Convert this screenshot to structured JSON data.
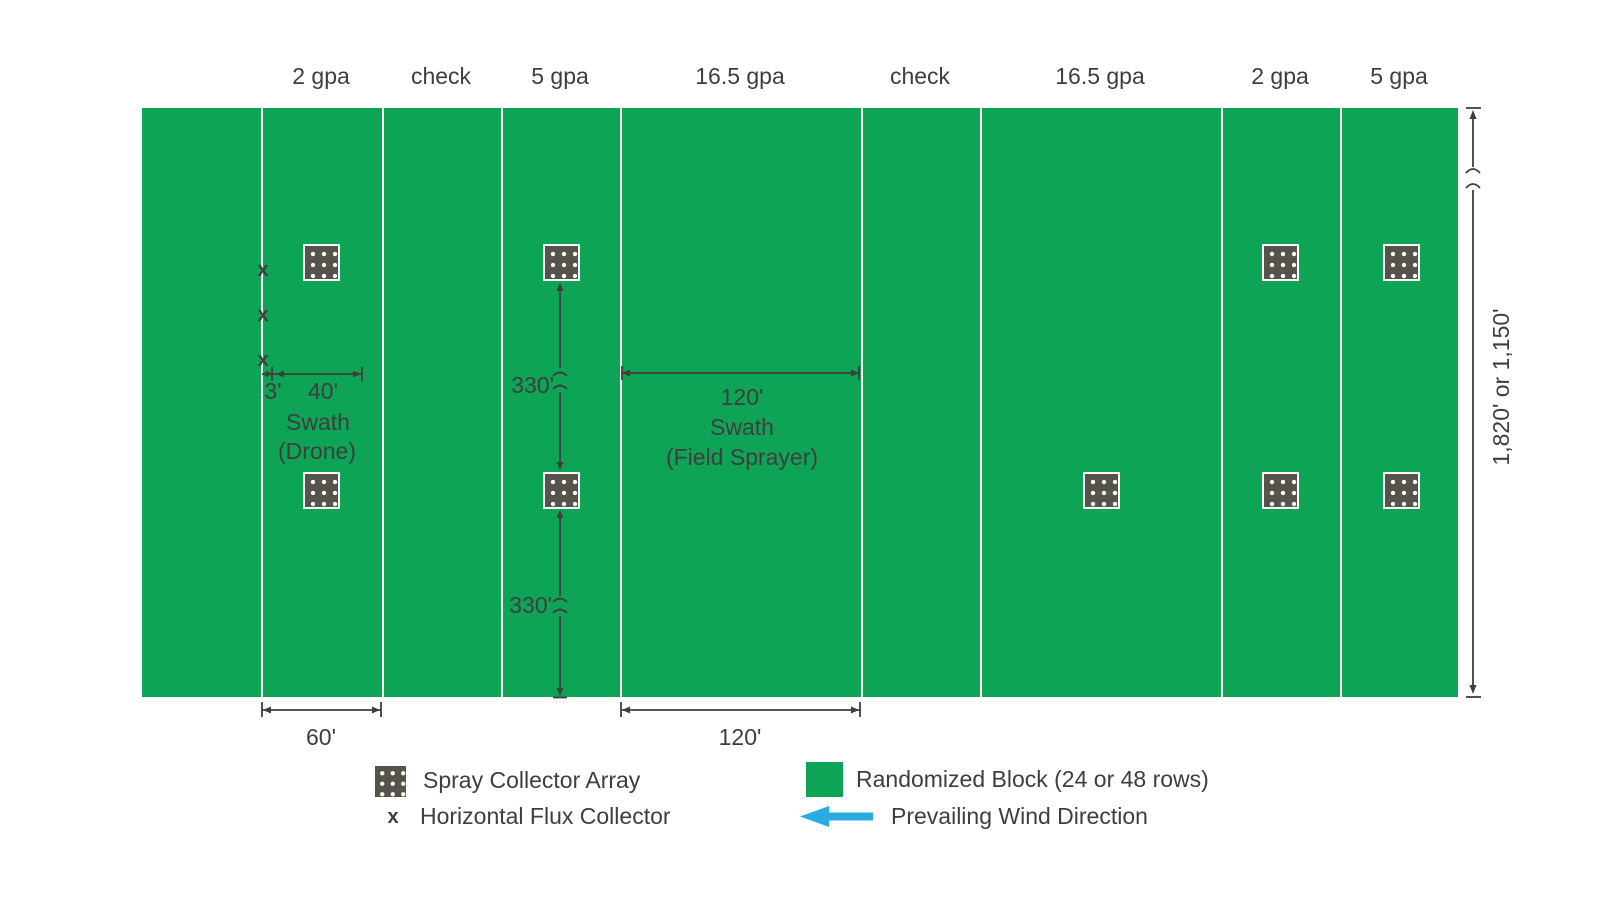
{
  "colors": {
    "block_green": "#0EA455",
    "collector_gray": "#56534B",
    "text_gray": "#3E3E3E",
    "wind_blue": "#29ABE2"
  },
  "field": {
    "columns": [
      {
        "label": "",
        "width_ft": 60
      },
      {
        "label": "2 gpa",
        "width_ft": 60
      },
      {
        "label": "check",
        "width_ft": 60
      },
      {
        "label": "5 gpa",
        "width_ft": 60
      },
      {
        "label": "16.5 gpa",
        "width_ft": 120
      },
      {
        "label": "check",
        "width_ft": 60
      },
      {
        "label": "16.5 gpa",
        "width_ft": 120
      },
      {
        "label": "2 gpa",
        "width_ft": 60
      },
      {
        "label": "5 gpa",
        "width_ft": 60
      }
    ],
    "length_label": "1,820' or 1,150'"
  },
  "dimensions": {
    "flux_offset": "3'",
    "drone_swath": "40'",
    "drone_swath_line1": "Swath",
    "drone_swath_line2": "(Drone)",
    "sprayer_swath": "120'",
    "sprayer_swath_line1": "Swath",
    "sprayer_swath_line2": "(Field Sprayer)",
    "collector_spacing_upper": "330'",
    "collector_spacing_lower": "330'",
    "block_width": "60'",
    "wide_block_width": "120'"
  },
  "symbols": {
    "flux": "x"
  },
  "legend": {
    "spray_collector": "Spray Collector Array",
    "flux_collector": "Horizontal Flux Collector",
    "randomized_block": "Randomized Block (24 or 48 rows)",
    "wind": "Prevailing Wind Direction"
  },
  "collectors": {
    "row1": [
      "2 gpa (west)",
      "5 gpa (west)",
      "2 gpa (east)",
      "5 gpa (east)"
    ],
    "row2": [
      "2 gpa (west)",
      "5 gpa (west)",
      "16.5 gpa (east)",
      "2 gpa (east)",
      "5 gpa (east)"
    ],
    "flux_marks": 3
  }
}
